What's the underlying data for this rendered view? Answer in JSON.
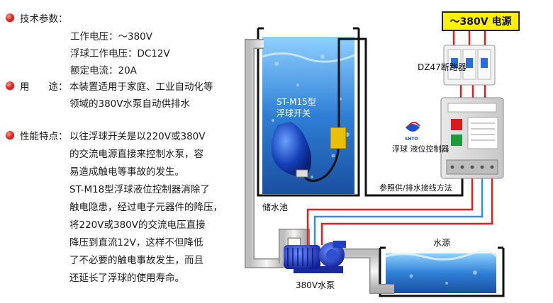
{
  "specs": {
    "heading": "技术参数：",
    "items": [
      "工作电压：～380V",
      "浮球工作电压：DC12V",
      "额定电流：20A"
    ]
  },
  "usage": {
    "heading": "用　　途：",
    "lines": [
      "本装置适用于家庭、工业自动化等",
      "领域的380V水泵自动供排水"
    ]
  },
  "features": {
    "heading": "性能特点：",
    "lines": [
      "以往浮球开关是以220V或380V",
      "的交流电源直接来控制水泵，容",
      "易造成触电等事故的发生。",
      "ST-M18型浮球液位控制器消除了",
      "触电隐患，经过电子元器件的降压，",
      "将220V或380V的交流电压直接",
      "降压到直流12V，这样不但降低",
      "了不必要的触电事故发生，而且",
      "还延长了浮球的使用寿命。"
    ]
  },
  "diagram": {
    "power_label": "～380V  电源",
    "breaker_label": "DZ47断路器",
    "controller_label": "浮球 液位控制器",
    "controller_brand": "SHTO",
    "wiring_label": "参照供/排水接线方法",
    "float_title_1": "ST-M15型",
    "float_title_2": "浮球开关",
    "storage_tank_label": "储水池",
    "water_source_label": "水源",
    "pump_label": "380V水泵",
    "colors": {
      "water": "#3d8fe0",
      "pipe": "#d9d9d9",
      "wire_red": "#e02020",
      "wire_blue": "#2f8fe0",
      "power_yellow": "#fff200"
    }
  }
}
